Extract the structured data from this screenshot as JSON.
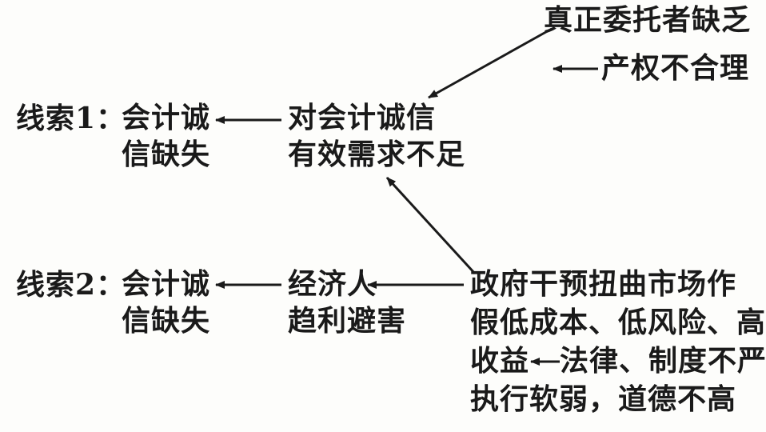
{
  "top_right": {
    "line1": "真正委托者缺乏",
    "line2": "产权不合理"
  },
  "row1": {
    "clue_label": "线索1：",
    "outcome_line1": "会计诚",
    "outcome_line2": "信缺失",
    "cause_line1": "对会计诚信",
    "cause_line2": "有效需求不足"
  },
  "row2": {
    "clue_label": "线索2：",
    "outcome_line1": "会计诚",
    "outcome_line2": "信缺失",
    "cause_line1": "经济人",
    "cause_line2": "趋利避害"
  },
  "bottom_right": {
    "line1": "政府干预扭曲市场作",
    "line2": "假低成本、低风险、高",
    "line3_part1": "收益",
    "line3_part2": "法律、制度不严，",
    "line4": "执行软弱，道德不高"
  }
}
